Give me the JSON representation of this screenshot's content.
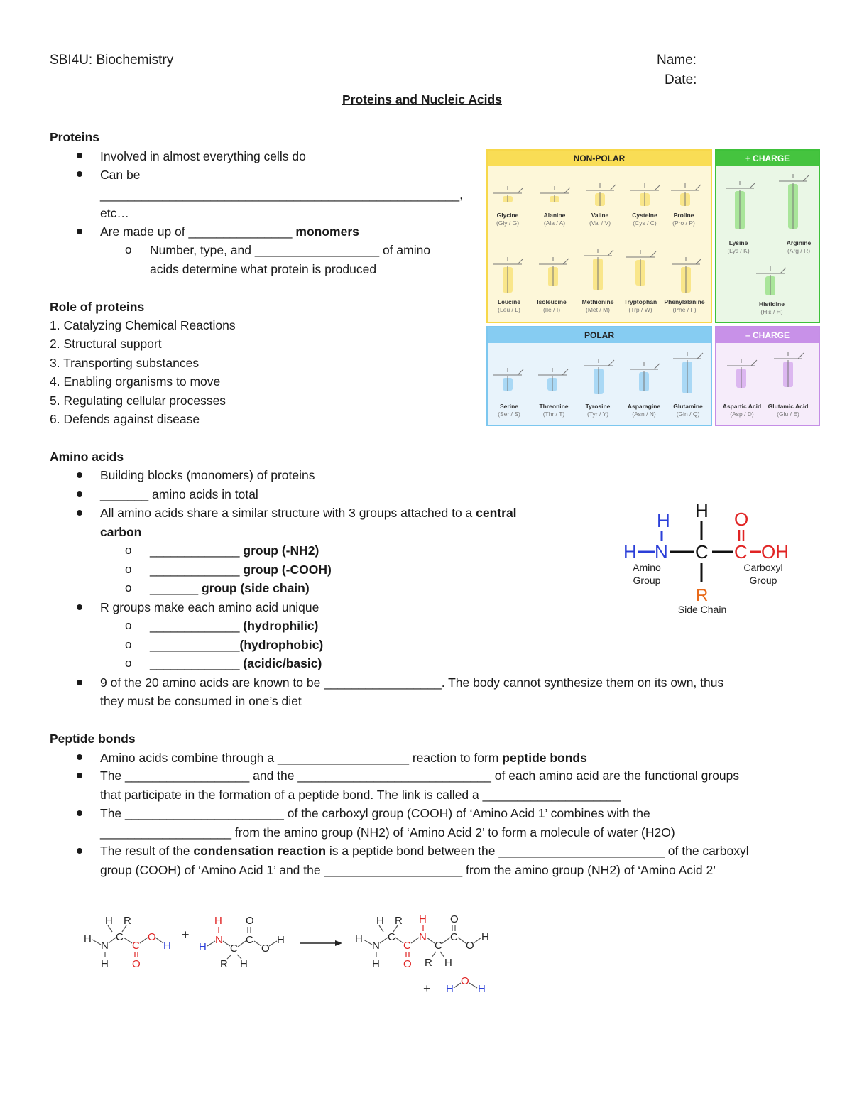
{
  "header": {
    "course": "SBI4U: Biochemistry",
    "name_label": "Name:",
    "date_label": "Date:",
    "title": "Proteins and Nucleic Acids"
  },
  "proteins": {
    "heading": "Proteins",
    "b1": "Involved in almost everything cells do",
    "b2": "Can be",
    "b2_blank": "____________________________________________________,",
    "b2_etc": "etc…",
    "b3_pre": "Are made up of",
    "b3_blank": "_______________",
    "b3_post": "monomers",
    "b3_sub_pre": "Number, type, and",
    "b3_sub_blank": "__________________",
    "b3_sub_post": "of amino",
    "b3_sub_line2": "acids determine what protein is produced"
  },
  "roles": {
    "heading": "Role of proteins",
    "items": [
      "1. Catalyzing Chemical Reactions",
      "2. Structural support",
      "3. Transporting substances",
      "4. Enabling organisms to move",
      "5. Regulating cellular processes",
      "6. Defends against disease"
    ]
  },
  "amino_table": {
    "nonpolar_title": "NON-POLAR",
    "pos_title": "+ CHARGE",
    "polar_title": "POLAR",
    "neg_title": "– CHARGE",
    "nonpolar": [
      {
        "name": "Glycine",
        "abbr": "(Gly / G)"
      },
      {
        "name": "Alanine",
        "abbr": "(Ala / A)"
      },
      {
        "name": "Valine",
        "abbr": "(Val / V)"
      },
      {
        "name": "Cysteine",
        "abbr": "(Cys / C)"
      },
      {
        "name": "Proline",
        "abbr": "(Pro / P)"
      },
      {
        "name": "Leucine",
        "abbr": "(Leu / L)"
      },
      {
        "name": "Isoleucine",
        "abbr": "(Ile / I)"
      },
      {
        "name": "Methionine",
        "abbr": "(Met / M)"
      },
      {
        "name": "Tryptophan",
        "abbr": "(Trp / W)"
      },
      {
        "name": "Phenylalanine",
        "abbr": "(Phe / F)"
      }
    ],
    "pos": [
      {
        "name": "Lysine",
        "abbr": "(Lys / K)"
      },
      {
        "name": "Arginine",
        "abbr": "(Arg / R)"
      },
      {
        "name": "Histidine",
        "abbr": "(His / H)"
      }
    ],
    "polar": [
      {
        "name": "Serine",
        "abbr": "(Ser / S)"
      },
      {
        "name": "Threonine",
        "abbr": "(Thr / T)"
      },
      {
        "name": "Tyrosine",
        "abbr": "(Tyr / Y)"
      },
      {
        "name": "Asparagine",
        "abbr": "(Asn / N)"
      },
      {
        "name": "Glutamine",
        "abbr": "(Gln / Q)"
      }
    ],
    "neg": [
      {
        "name": "Aspartic Acid",
        "abbr": "(Asp / D)"
      },
      {
        "name": "Glutamic Acid",
        "abbr": "(Glu / E)"
      }
    ],
    "colors": {
      "nonpolar_bg": "#fdf7d9",
      "nonpolar_border": "#f7d84a",
      "pos_bg": "#eaf7e6",
      "pos_border": "#3ec13a",
      "polar_bg": "#e8f3fb",
      "polar_border": "#7cc7ef",
      "neg_bg": "#f6ecfa",
      "neg_border": "#c58ee6"
    }
  },
  "amino": {
    "heading": "Amino acids",
    "b1": "Building blocks (monomers) of proteins",
    "b2_blank": "_______",
    "b2_post": "amino acids in total",
    "b3_line1_pre": "All amino acids share a similar structure with 3 groups attached to a",
    "b3_line1_bold": "central",
    "b3_line2": "carbon",
    "g1_blank": "_____________",
    "g1_post": "group (-NH2)",
    "g2_blank": "_____________",
    "g2_post": "group (-COOH)",
    "g3_blank": "_______",
    "g3_post": "group (side chain)",
    "b4": "R groups make each amino acid unique",
    "r1_blank": "_____________",
    "r1_post": "(hydrophilic)",
    "r2_blank": "_____________",
    "r2_post": "(hydrophobic)",
    "r3_blank": "_____________",
    "r3_post": "(acidic/basic)",
    "b5_pre": "9 of the 20 amino acids are known to be",
    "b5_blank": "_________________",
    "b5_post": ". The body cannot synthesize them on its own, thus",
    "b5_line2": "they must be consumed in one’s diet"
  },
  "structure": {
    "h_top": "H",
    "h_left": "H",
    "h_n": "H",
    "n": "N",
    "c": "C",
    "c2": "C",
    "o": "O",
    "oh": "OH",
    "r": "R",
    "amino_group_1": "Amino",
    "amino_group_2": "Group",
    "carboxyl_1": "Carboxyl",
    "carboxyl_2": "Group",
    "side_chain": "Side Chain"
  },
  "peptide": {
    "heading": "Peptide bonds",
    "b1_pre": "Amino acids combine through a",
    "b1_blank": "___________________",
    "b1_post": "reaction to form",
    "b1_bold": "peptide bonds",
    "b2_pre": "The",
    "b2_blank1": "__________________",
    "b2_mid": "and the",
    "b2_blank2": "____________________________",
    "b2_post": "of each amino acid are the functional groups",
    "b2_line2_pre": "that participate in the formation of a peptide bond. The link is called a",
    "b2_line2_blank": "____________________",
    "b3_pre": "The",
    "b3_blank": "_______________________",
    "b3_post": "of the carboxyl group (COOH) of ‘Amino Acid 1’ combines with the",
    "b3_line2_blank": "___________________",
    "b3_line2_post": "from the amino group (NH2) of ‘Amino Acid 2’ to form a molecule of water (H2O)",
    "b4_pre": "The result of the",
    "b4_bold": "condensation reaction",
    "b4_mid": "is a peptide bond between the",
    "b4_blank": "________________________",
    "b4_post": "of the carboxyl",
    "b4_line2_pre": "group (COOH) of ‘Amino Acid 1’ and the",
    "b4_line2_blank": "____________________",
    "b4_line2_post": "from the amino group (NH2) of ‘Amino Acid 2’"
  },
  "reaction": {
    "plus": "+",
    "plus2": "+",
    "H": "H",
    "R": "R",
    "N": "N",
    "C": "C",
    "O": "O",
    "water_h1": "H",
    "water_o": "O",
    "water_h2": "H",
    "colors": {
      "red": "#e02424",
      "blue": "#2b3fd8",
      "black": "#222222"
    }
  }
}
